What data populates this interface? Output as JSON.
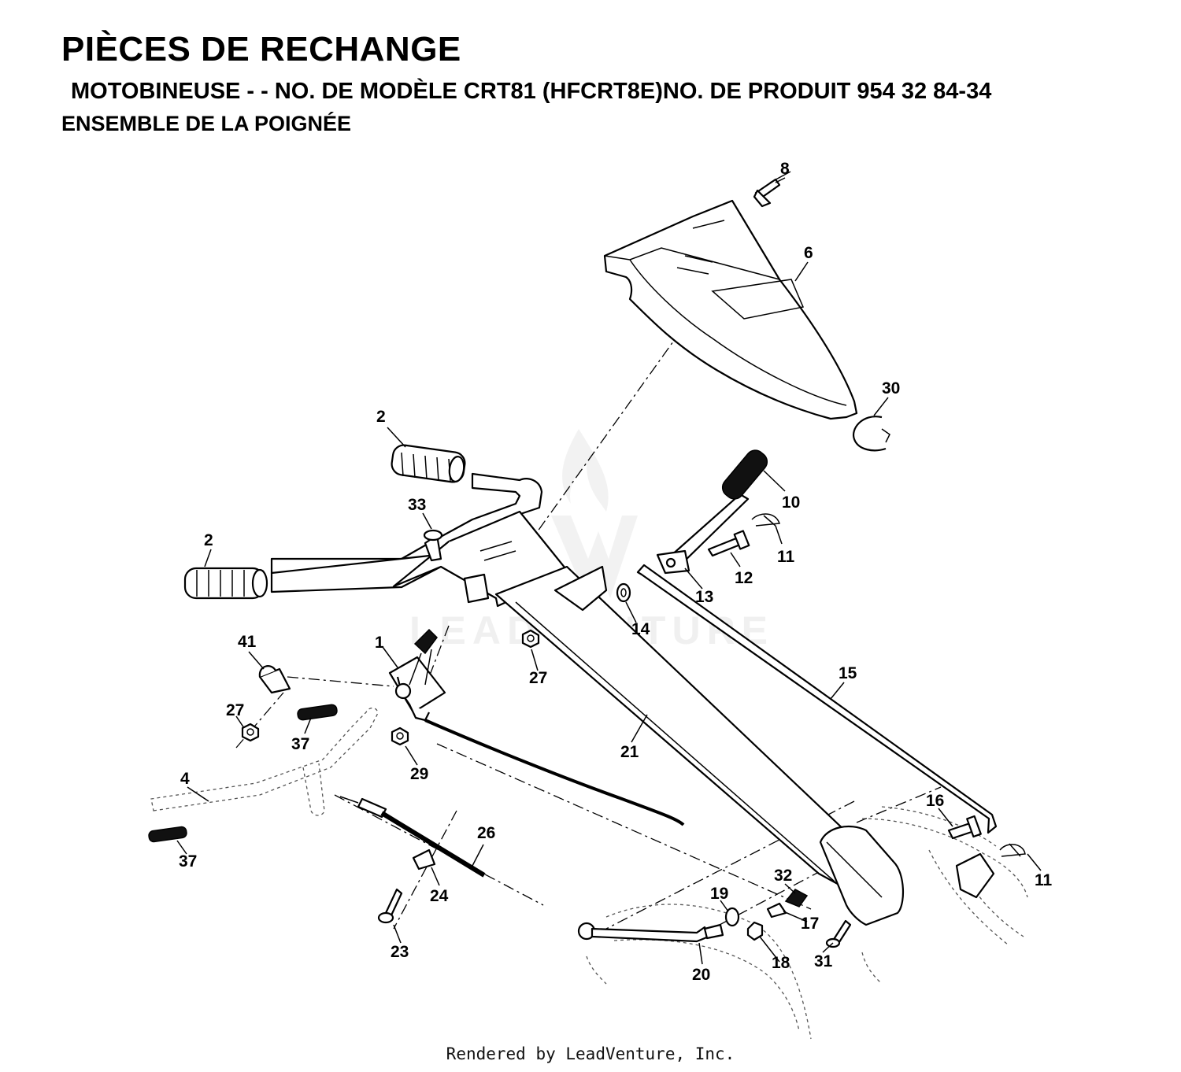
{
  "header": {
    "title": "PIÈCES DE RECHANGE",
    "subtitle": "MOTOBINEUSE - - NO.  DE MODÈLE CRT81 (HFCRT8E)NO. DE PRODUIT 954 32 84-34",
    "section": "ENSEMBLE DE LA POIGNÉE"
  },
  "watermark": {
    "text": "LEADVENTURE"
  },
  "diagram": {
    "callouts": [
      "8",
      "6",
      "30",
      "2",
      "10",
      "33",
      "2",
      "11",
      "12",
      "13",
      "14",
      "41",
      "1",
      "27",
      "15",
      "27",
      "37",
      "21",
      "29",
      "4",
      "26",
      "16",
      "37",
      "32",
      "11",
      "24",
      "19",
      "17",
      "23",
      "18",
      "31",
      "20"
    ]
  },
  "footer": {
    "text": "Rendered by LeadVenture, Inc."
  }
}
